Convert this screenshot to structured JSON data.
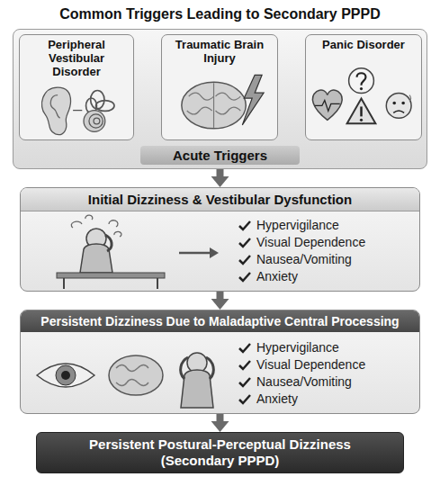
{
  "diagram": {
    "title": "Common Triggers Leading to Secondary PPPD",
    "nodes": [
      {
        "text": [
          "Acute Triggers"
        ]
      },
      {
        "text": [
          "Peripheral Vestibular Disorder"
        ],
        "in": 0
      },
      {
        "text": [
          "Traumatic Brain Injury"
        ],
        "in": 0
      },
      {
        "text": [
          "Panic Disorder"
        ],
        "in": 0
      },
      {
        "text": [
          "Initial Dizziness & Vestibular Dysfunction",
          "Hypervigilance",
          "Visual Dependence",
          "Nausea/Vomiting",
          "Anxiety"
        ]
      },
      {
        "text": [
          "Persistent Dizziness Due to Maladaptive Central Processing",
          "Hypervigilance",
          "Visual Dependence",
          "Nausea/Vomiting",
          "Anxiety"
        ]
      },
      {
        "text": [
          "Persistent Postural-Perceptual Dizziness (Secondary PPPD)"
        ]
      }
    ],
    "edges": [
      {
        "from": 1,
        "to": 2,
        "arrow": "to"
      },
      {
        "from": 2,
        "to": 3,
        "arrow": "to"
      },
      {
        "from": 0,
        "to": 4,
        "arrow": "to"
      },
      {
        "from": 4,
        "to": 5,
        "arrow": "to"
      },
      {
        "from": 5,
        "to": 6,
        "arrow": "to"
      }
    ]
  }
}
